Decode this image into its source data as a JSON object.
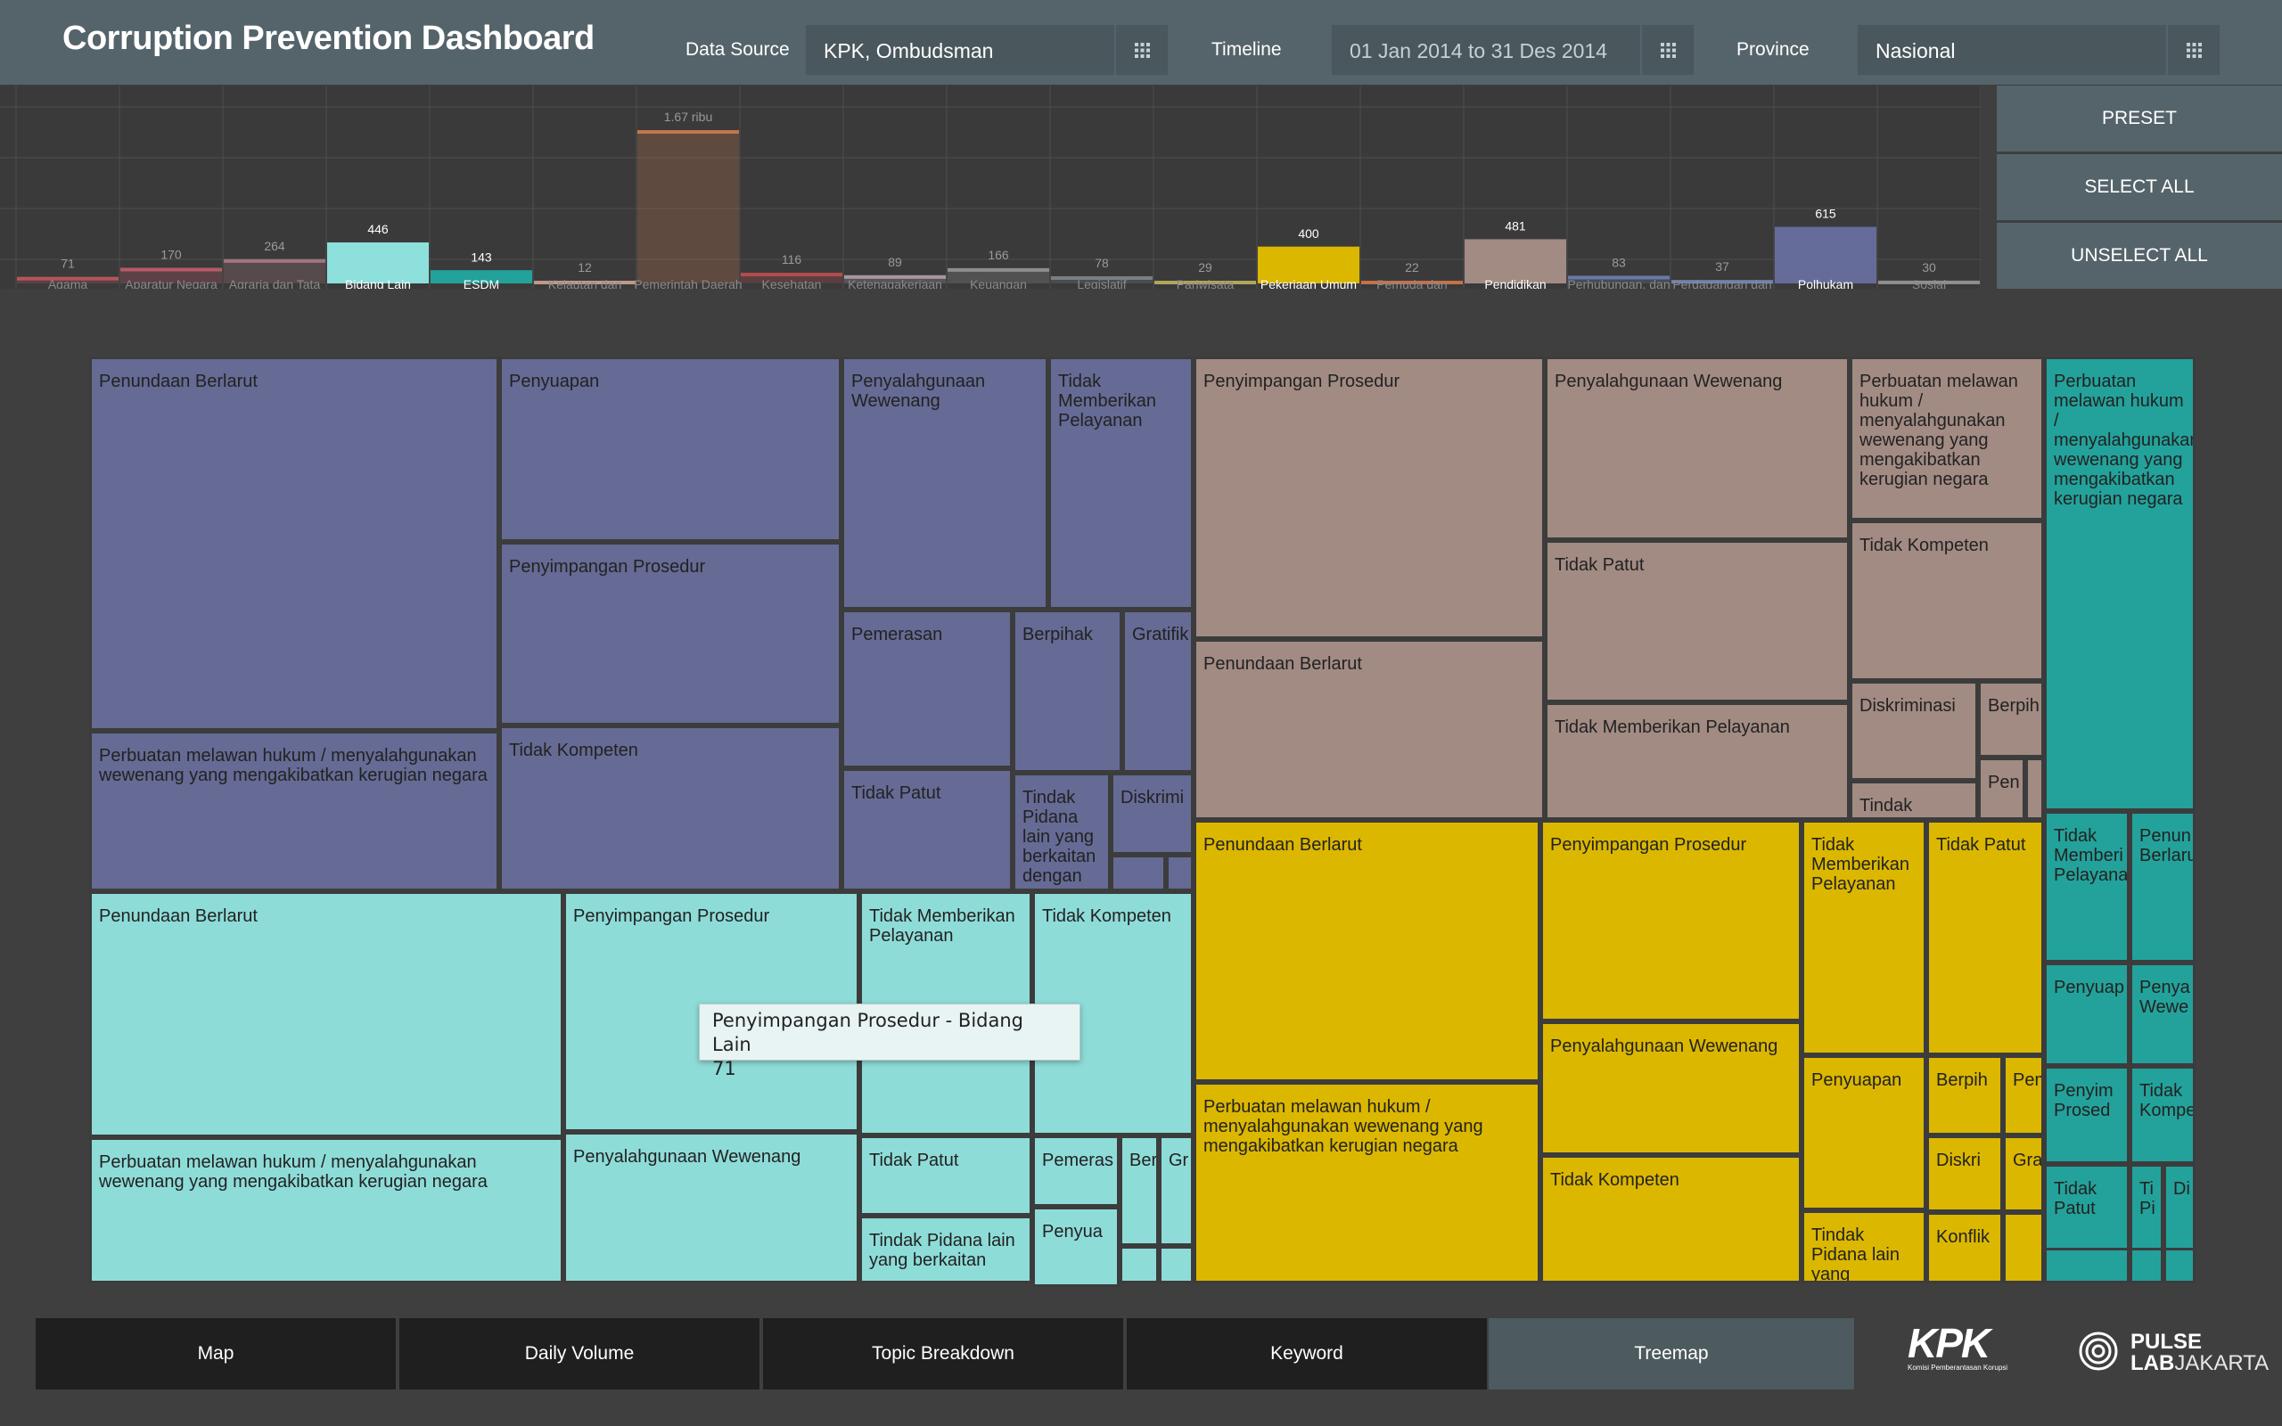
{
  "header": {
    "title": "Corruption Prevention Dashboard",
    "filters": {
      "data_source": {
        "label": "Data Source",
        "value": "KPK, Ombudsman"
      },
      "timeline": {
        "label": "Timeline",
        "value": "01 Jan 2014 to 31 Des 2014"
      },
      "province": {
        "label": "Province",
        "value": "Nasional"
      }
    }
  },
  "side_buttons": {
    "preset": "PRESET",
    "select_all": "SELECT ALL",
    "unselect_all": "UNSELECT ALL"
  },
  "chart_data": {
    "type": "bar",
    "title": "",
    "categories": [
      {
        "label": "Agama",
        "value": "71",
        "n": 71,
        "color": "#b4555c",
        "selected": false
      },
      {
        "label": "Aparatur Negara",
        "value": "170",
        "n": 170,
        "color": "#b85a66",
        "selected": false
      },
      {
        "label": "Agraria dan Tata Ruang",
        "value": "264",
        "n": 264,
        "color": "#a3757e",
        "selected": false
      },
      {
        "label": "Bidang Lain",
        "value": "446",
        "n": 446,
        "color": "#8de0dc",
        "selected": true
      },
      {
        "label": "ESDM",
        "value": "143",
        "n": 143,
        "color": "#23a29b",
        "selected": true
      },
      {
        "label": "Kelautan dan Perikanan",
        "value": "12",
        "n": 12,
        "color": "#c09a86",
        "selected": false
      },
      {
        "label": "Pemerintah Daerah",
        "value": "1.67 ribu",
        "n": 1670,
        "color": "#c3754c",
        "selected": false
      },
      {
        "label": "Kesehatan",
        "value": "116",
        "n": 116,
        "color": "#b24d4e",
        "selected": false
      },
      {
        "label": "Ketenagakerjaan",
        "value": "89",
        "n": 89,
        "color": "#a897a3",
        "selected": false
      },
      {
        "label": "Keuangan",
        "value": "166",
        "n": 166,
        "color": "#8e8e8e",
        "selected": false
      },
      {
        "label": "Legislatif",
        "value": "78",
        "n": 78,
        "color": "#7a7f86",
        "selected": false
      },
      {
        "label": "Pariwisata",
        "value": "29",
        "n": 29,
        "color": "#b0a65a",
        "selected": false
      },
      {
        "label": "Pekerjaan Umum dan Perumahan Rakyat",
        "value": "400",
        "n": 400,
        "color": "#dbb700",
        "selected": true
      },
      {
        "label": "Pemuda dan Olahraga",
        "value": "22",
        "n": 22,
        "color": "#c67146",
        "selected": false
      },
      {
        "label": "Pendidikan",
        "value": "481",
        "n": 481,
        "color": "#a28b83",
        "selected": true
      },
      {
        "label": "Perhubungan, dan Kelautan",
        "value": "83",
        "n": 83,
        "color": "#6a7aa5",
        "selected": false
      },
      {
        "label": "Perdagangan dan Perindustrian",
        "value": "37",
        "n": 37,
        "color": "#6f81b0",
        "selected": false
      },
      {
        "label": "Polhukam",
        "value": "615",
        "n": 615,
        "color": "#666c9a",
        "selected": true
      },
      {
        "label": "Sosial",
        "value": "30",
        "n": 30,
        "color": "#8f8f8f",
        "selected": false
      }
    ],
    "grid": true,
    "legend": "none"
  },
  "treemap": {
    "groups": [
      {
        "name": "Polhukam",
        "color": "#656b94"
      },
      {
        "name": "Bidang Lain",
        "color": "#8edcd8"
      },
      {
        "name": "Pendidikan",
        "color": "#a28b83"
      },
      {
        "name": "Pekerjaan Umum dan Perumahan Rakyat",
        "color": "#dbb700"
      },
      {
        "name": "ESDM",
        "color": "#23a29b"
      }
    ],
    "cells": [
      "Penundaan Berlarut",
      "Perbuatan melawan hukum / menyalahgunakan wewenang yang mengakibatkan kerugian negara",
      "Penyuapan",
      "Penyimpangan Prosedur",
      "Tidak Kompeten",
      "Penyalahgunaan Wewenang",
      "Tidak Memberikan Pelayanan",
      "Pemerasan",
      "Tidak Patut",
      "Berpihak",
      "Gratifik",
      "Tindak Pidana lain yang berkaitan dengan",
      "Diskrimi",
      "",
      "",
      "Penundaan Berlarut",
      "Perbuatan melawan hukum / menyalahgunakan wewenang yang mengakibatkan kerugian negara",
      "Penyimpangan Prosedur",
      "Penyalahgunaan Wewenang",
      "Tidak Memberikan Pelayanan",
      "Tidak Kompeten",
      "Tidak Patut",
      "Tindak Pidana lain yang berkaitan",
      "Pemeras",
      "Ber",
      "Gr",
      "Penyua",
      "",
      "",
      "Penyimpangan Prosedur",
      "Penundaan Berlarut",
      "Penyalahgunaan Wewenang",
      "Tidak Patut",
      "Tidak Memberikan Pelayanan",
      "Perbuatan melawan hukum / menyalahgunakan wewenang yang mengakibatkan kerugian negara",
      "Tidak Kompeten",
      "Diskriminasi",
      "Tindak",
      "Berpih",
      "Pen",
      "",
      "",
      "Penundaan Berlarut",
      "Perbuatan melawan hukum / menyalahgunakan wewenang yang mengakibatkan kerugian negara",
      "Penyimpangan Prosedur",
      "Penyalahgunaan Wewenang",
      "Tidak Kompeten",
      "Tidak Memberikan Pelayanan",
      "Tidak Patut",
      "Penyuapan",
      "Tindak Pidana lain yang",
      "Berpih",
      "Pem",
      "Diskri",
      "Grat",
      "Konflik",
      "",
      "Perbuatan melawan hukum / menyalahgunakan wewenang yang mengakibatkan kerugian negara",
      "Tidak Memberi Pelayana",
      "Penun Berlaru",
      "Penyuap",
      "Penya Wewe",
      "Penyim Prosed",
      "Tidak Kompet",
      "Tidak Patut",
      "Ti Pi",
      "Di",
      "",
      "",
      ""
    ]
  },
  "tooltip": {
    "title": "Penyimpangan Prosedur - Bidang Lain",
    "value": "71"
  },
  "nav": {
    "tabs": [
      {
        "label": "Map",
        "active": false
      },
      {
        "label": "Daily Volume",
        "active": false
      },
      {
        "label": "Topic Breakdown",
        "active": false
      },
      {
        "label": "Keyword",
        "active": false
      },
      {
        "label": "Treemap",
        "active": true
      }
    ]
  },
  "logos": {
    "kpk": {
      "word": "KPK",
      "subtitle": "Komisi Pemberantasan Korupsi"
    },
    "pulse": {
      "line1": "PULSE",
      "line2_a": "LAB",
      "line2_b": "JAKARTA"
    }
  },
  "colors": {
    "header_bg": "#55646a",
    "page_bg": "#3f3f40",
    "active_tab": "#4d5a5f"
  }
}
